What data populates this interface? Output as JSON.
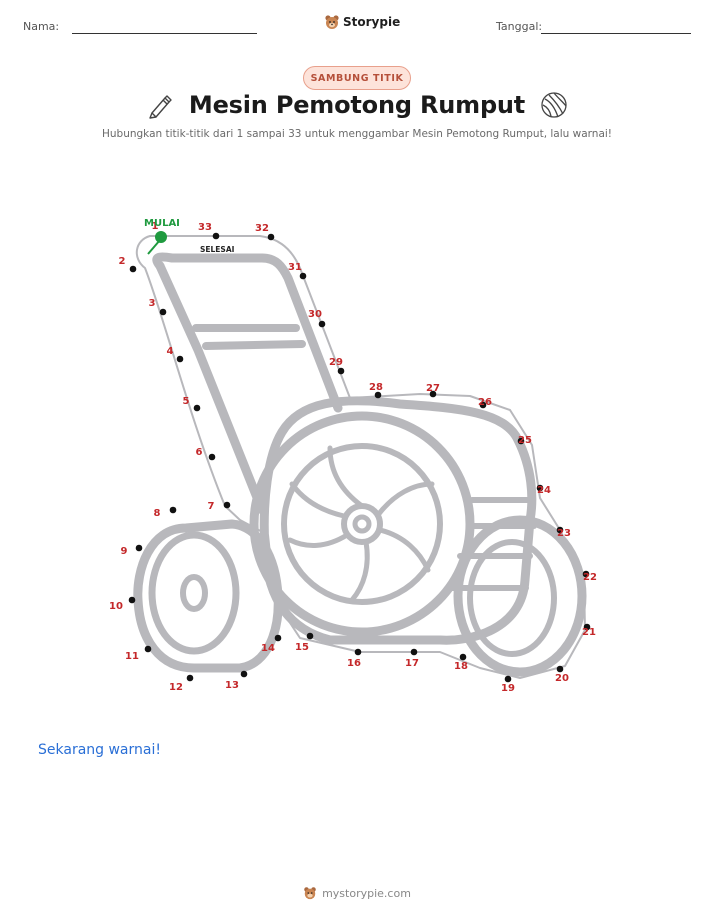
{
  "header": {
    "name_label": "Nama:",
    "date_label": "Tanggal:",
    "brand": "Storypie"
  },
  "badge": "SAMBUNG TITIK",
  "title": "Mesin Pemotong Rumput",
  "subtitle": "Hubungkan titik-titik dari 1 sampai 33 untuk menggambar Mesin Pemotong Rumput, lalu warnai!",
  "icons": {
    "left": "pencil-icon",
    "right": "ball-icon",
    "brand": "bear-logo-icon"
  },
  "puzzle": {
    "start_label": "MULAI",
    "end_label": "SELESAI",
    "colors": {
      "number": "#c4282a",
      "start": "#1f9a3f",
      "outline": "#b8b8bc",
      "dot": "#111111"
    },
    "dots": [
      {
        "n": "1"
      },
      {
        "n": "2"
      },
      {
        "n": "3"
      },
      {
        "n": "4"
      },
      {
        "n": "5"
      },
      {
        "n": "6"
      },
      {
        "n": "7"
      },
      {
        "n": "8"
      },
      {
        "n": "9"
      },
      {
        "n": "10"
      },
      {
        "n": "11"
      },
      {
        "n": "12"
      },
      {
        "n": "13"
      },
      {
        "n": "14"
      },
      {
        "n": "15"
      },
      {
        "n": "16"
      },
      {
        "n": "17"
      },
      {
        "n": "18"
      },
      {
        "n": "19"
      },
      {
        "n": "20"
      },
      {
        "n": "21"
      },
      {
        "n": "22"
      },
      {
        "n": "23"
      },
      {
        "n": "24"
      },
      {
        "n": "25"
      },
      {
        "n": "26"
      },
      {
        "n": "27"
      },
      {
        "n": "28"
      },
      {
        "n": "29"
      },
      {
        "n": "30"
      },
      {
        "n": "31"
      },
      {
        "n": "32"
      },
      {
        "n": "33"
      }
    ]
  },
  "color_prompt": "Sekarang warnai!",
  "footer": "mystorypie.com"
}
